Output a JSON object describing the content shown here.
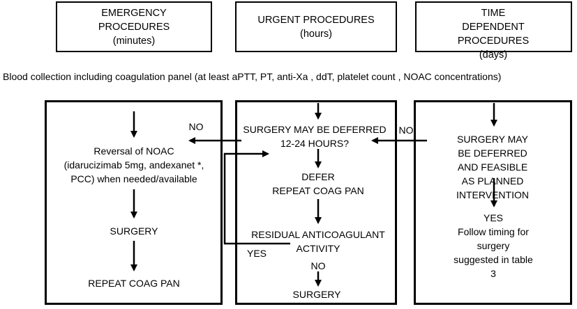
{
  "headers": {
    "emergency": "EMERGENCY\nPROCEDURES\n(minutes)",
    "urgent": "URGENT PROCEDURES\n(hours)",
    "time_dependent": "TIME DEPENDENT\nPROCEDURES\n(days)"
  },
  "blood_collection": "Blood collection including coagulation panel (at least aPTT, PT, anti-Xa , ddT, platelet count , NOAC concentrations)",
  "left": {
    "reversal": "Reversal of NOAC\n(idarucizimab 5mg, andexanet *,\nPCC)  when needed/available",
    "surgery": "SURGERY",
    "repeat": "REPEAT COAG PAN"
  },
  "middle": {
    "deferred": "SURGERY MAY BE DEFERRED\n12-24 HOURS?",
    "defer": "DEFER\nREPEAT COAG PAN",
    "residual": "RESIDUAL ANTICOAGULANT\nACTIVITY",
    "no": "NO",
    "surgery": "SURGERY"
  },
  "right": {
    "deferred": "SURGERY MAY BE DEFERRED\nAND FEASIBLE AS PLANNED\nINTERVENTION",
    "yes": "YES",
    "timing": "Follow timing for surgery\nsuggested in table 3"
  },
  "labels": {
    "no_left": "NO",
    "no_right": "NO",
    "yes_loop": "YES"
  }
}
